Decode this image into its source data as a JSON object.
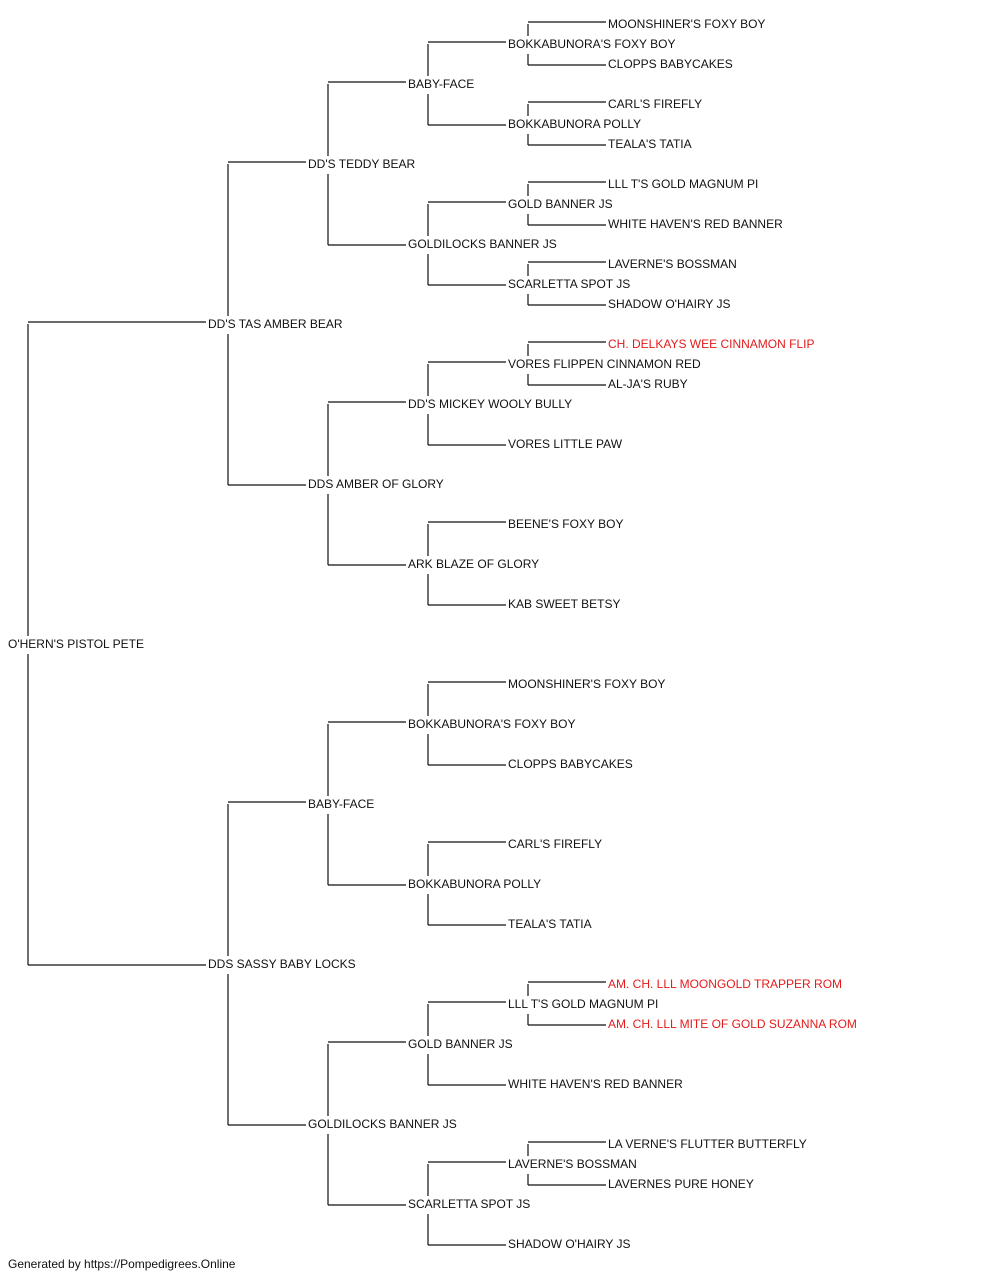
{
  "footer": "Generated by https://Pompedigrees.Online",
  "colors": {
    "line": "#111111",
    "text": "#111111",
    "champion": "#e31b1b"
  },
  "pedigree": {
    "name": "O'HERN'S PISTOL PETE",
    "sire": {
      "name": "DD'S TAS AMBER BEAR",
      "sire": {
        "name": "DD'S TEDDY BEAR",
        "sire": {
          "name": "BABY-FACE",
          "sire": {
            "name": "BOKKABUNORA'S FOXY BOY",
            "sire": {
              "name": "MOONSHINER'S FOXY BOY"
            },
            "dam": {
              "name": "CLOPPS BABYCAKES"
            }
          },
          "dam": {
            "name": "BOKKABUNORA POLLY",
            "sire": {
              "name": "CARL'S FIREFLY"
            },
            "dam": {
              "name": "TEALA'S TATIA"
            }
          }
        },
        "dam": {
          "name": "GOLDILOCKS BANNER JS",
          "sire": {
            "name": "GOLD BANNER JS",
            "sire": {
              "name": "LLL T'S GOLD MAGNUM PI"
            },
            "dam": {
              "name": "WHITE HAVEN'S RED BANNER"
            }
          },
          "dam": {
            "name": "SCARLETTA SPOT JS",
            "sire": {
              "name": "LAVERNE'S BOSSMAN"
            },
            "dam": {
              "name": "SHADOW O'HAIRY JS"
            }
          }
        }
      },
      "dam": {
        "name": "DDS AMBER OF GLORY",
        "sire": {
          "name": "DD'S MICKEY WOOLY BULLY",
          "sire": {
            "name": "VORES FLIPPEN CINNAMON RED",
            "sire": {
              "name": "CH. DELKAYS WEE CINNAMON FLIP",
              "champion": true
            },
            "dam": {
              "name": "AL-JA'S RUBY"
            }
          },
          "dam": {
            "name": "VORES LITTLE PAW"
          }
        },
        "dam": {
          "name": "ARK BLAZE OF GLORY",
          "sire": {
            "name": "BEENE'S FOXY BOY"
          },
          "dam": {
            "name": "KAB SWEET BETSY"
          }
        }
      }
    },
    "dam": {
      "name": "DDS SASSY BABY LOCKS",
      "sire": {
        "name": "BABY-FACE",
        "sire": {
          "name": "BOKKABUNORA'S FOXY BOY",
          "sire": {
            "name": "MOONSHINER'S FOXY BOY"
          },
          "dam": {
            "name": "CLOPPS BABYCAKES"
          }
        },
        "dam": {
          "name": "BOKKABUNORA POLLY",
          "sire": {
            "name": "CARL'S FIREFLY"
          },
          "dam": {
            "name": "TEALA'S TATIA"
          }
        }
      },
      "dam": {
        "name": "GOLDILOCKS BANNER JS",
        "sire": {
          "name": "GOLD BANNER JS",
          "sire": {
            "name": "LLL T'S GOLD MAGNUM PI",
            "sire": {
              "name": "AM. CH. LLL MOONGOLD TRAPPER ROM",
              "champion": true
            },
            "dam": {
              "name": "AM. CH. LLL MITE OF GOLD SUZANNA ROM",
              "champion": true
            }
          },
          "dam": {
            "name": "WHITE HAVEN'S RED BANNER"
          }
        },
        "dam": {
          "name": "SCARLETTA SPOT JS",
          "sire": {
            "name": "LAVERNE'S BOSSMAN",
            "sire": {
              "name": "LA VERNE'S FLUTTER BUTTERFLY"
            },
            "dam": {
              "name": "LAVERNES PURE HONEY"
            }
          },
          "dam": {
            "name": "SHADOW O'HAIRY JS"
          }
        }
      }
    }
  }
}
